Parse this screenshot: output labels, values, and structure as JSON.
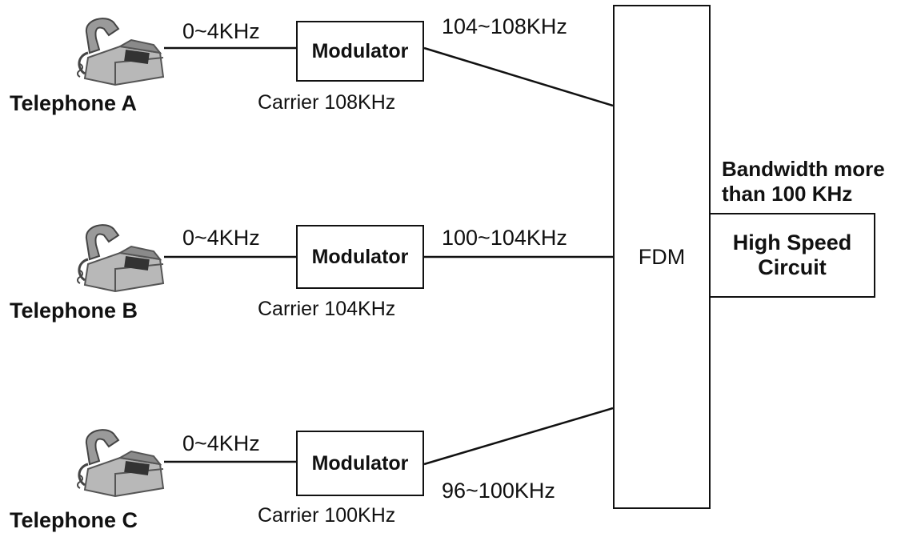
{
  "telephones": [
    {
      "label": "Telephone A",
      "input_band": "0~4KHz",
      "modulator": "Modulator",
      "carrier": "Carrier 108KHz",
      "output_band": "104~108KHz"
    },
    {
      "label": "Telephone B",
      "input_band": "0~4KHz",
      "modulator": "Modulator",
      "carrier": "Carrier 104KHz",
      "output_band": "100~104KHz"
    },
    {
      "label": "Telephone C",
      "input_band": "0~4KHz",
      "modulator": "Modulator",
      "carrier": "Carrier 100KHz",
      "output_band": "96~100KHz"
    }
  ],
  "multiplexer": {
    "label": "FDM"
  },
  "high_speed": {
    "label_line1": "High Speed",
    "label_line2": "Circuit"
  },
  "bandwidth": {
    "line1": "Bandwidth more",
    "line2": "than 100 KHz"
  },
  "colors": {
    "line": "#111111",
    "phone_body": "#b8b8b8",
    "phone_dark": "#555555"
  },
  "icons": {
    "telephone": "telephone-icon"
  }
}
